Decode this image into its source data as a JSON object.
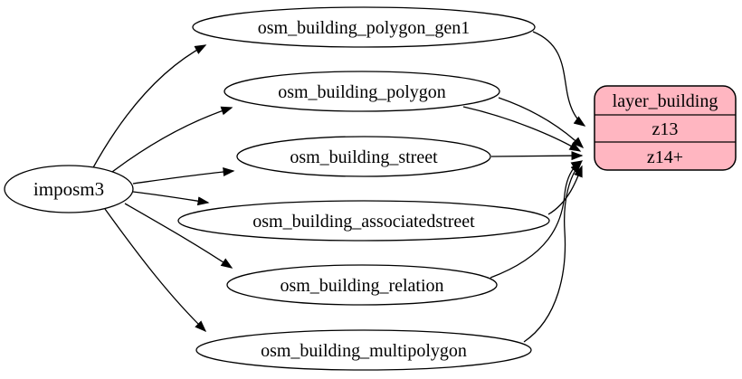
{
  "diagram": {
    "kind": "etl-mapping-graph",
    "background_color": "#ffffff",
    "edge_color": "#000000",
    "node_border_color": "#000000",
    "source_node": {
      "label": "imposm3",
      "fill": "#ffffff"
    },
    "tables": [
      {
        "label": "osm_building_polygon_gen1",
        "fill": "#ffffff"
      },
      {
        "label": "osm_building_polygon",
        "fill": "#ffffff"
      },
      {
        "label": "osm_building_street",
        "fill": "#ffffff"
      },
      {
        "label": "osm_building_associatedstreet",
        "fill": "#ffffff"
      },
      {
        "label": "osm_building_relation",
        "fill": "#ffffff"
      },
      {
        "label": "osm_building_multipolygon",
        "fill": "#ffffff"
      }
    ],
    "record_node": {
      "title": "layer_building",
      "rows": [
        {
          "label": "z13"
        },
        {
          "label": "z14+"
        }
      ],
      "fill": "#ffb6c1"
    },
    "edges": [
      {
        "from": "imposm3",
        "to": "osm_building_polygon_gen1"
      },
      {
        "from": "imposm3",
        "to": "osm_building_polygon"
      },
      {
        "from": "imposm3",
        "to": "osm_building_street"
      },
      {
        "from": "imposm3",
        "to": "osm_building_associatedstreet"
      },
      {
        "from": "imposm3",
        "to": "osm_building_relation"
      },
      {
        "from": "imposm3",
        "to": "osm_building_multipolygon"
      },
      {
        "from": "osm_building_polygon_gen1",
        "to": "layer_building:z13"
      },
      {
        "from": "osm_building_polygon",
        "to": "layer_building:z14+"
      },
      {
        "from": "osm_building_polygon",
        "to": "layer_building:z14+"
      },
      {
        "from": "osm_building_street",
        "to": "layer_building:z14+"
      },
      {
        "from": "osm_building_associatedstreet",
        "to": "layer_building:z14+"
      },
      {
        "from": "osm_building_relation",
        "to": "layer_building:z14+"
      },
      {
        "from": "osm_building_multipolygon",
        "to": "layer_building:z14+"
      }
    ]
  }
}
